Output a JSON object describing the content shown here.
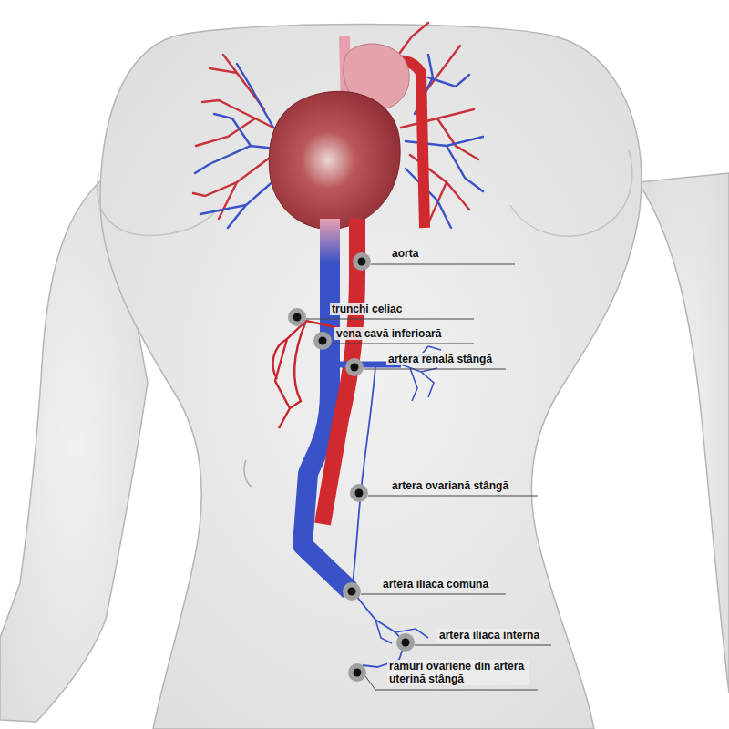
{
  "diagram": {
    "labels": [
      "aorta",
      "trunchi celiac",
      "vena cavă inferioară",
      "artera renală stângă",
      "artera ovariană stângă",
      "arteră iliacă comună",
      "arteră iliacă internă",
      "ramuri ovariene din artera uterină stângă"
    ]
  }
}
